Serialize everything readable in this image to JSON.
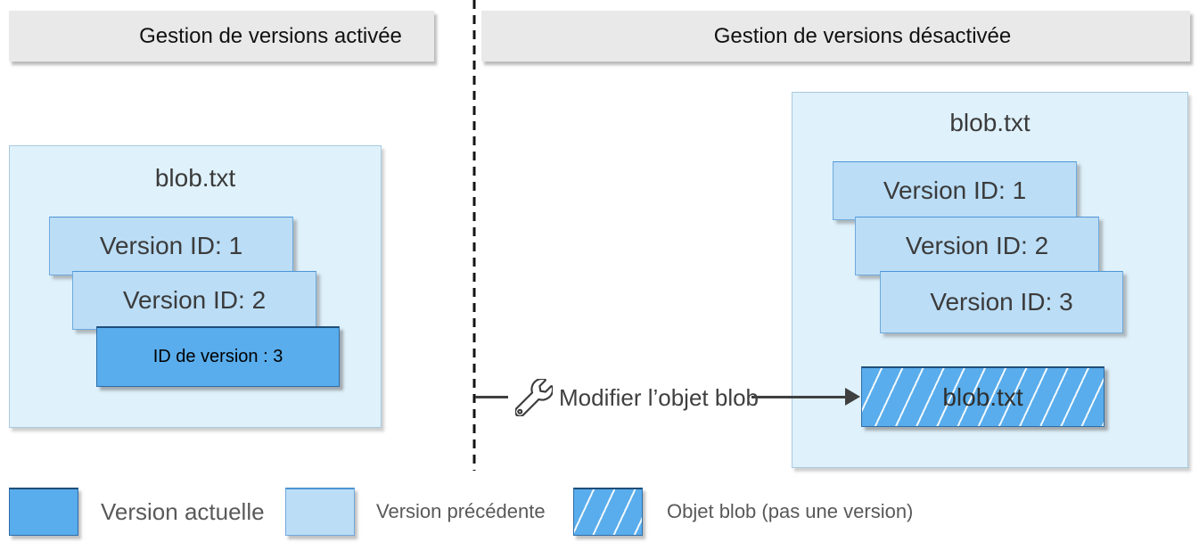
{
  "colors": {
    "current": "#59adec",
    "previous": "#bbddf6",
    "container_bg": "#dff1fb",
    "header_bg": "#e9e9e9"
  },
  "left_panel": {
    "header": "Gestion de versions activée",
    "blob_title": "blob.txt",
    "versions": [
      "Version ID: 1",
      "Version ID: 2"
    ],
    "current_version_label": "ID de version : 3"
  },
  "right_panel": {
    "header": "Gestion de versions désactivée",
    "blob_title": "blob.txt",
    "versions": [
      "Version ID: 1",
      "Version ID: 2",
      "Version ID: 3"
    ],
    "blob_label": "blob.txt"
  },
  "action": {
    "icon": "wrench-icon",
    "label": "Modifier l’objet blob"
  },
  "legend": {
    "items": [
      {
        "label": "Version actuelle"
      },
      {
        "label": "Version précédente"
      },
      {
        "label": "Objet blob (pas une version)"
      }
    ]
  }
}
